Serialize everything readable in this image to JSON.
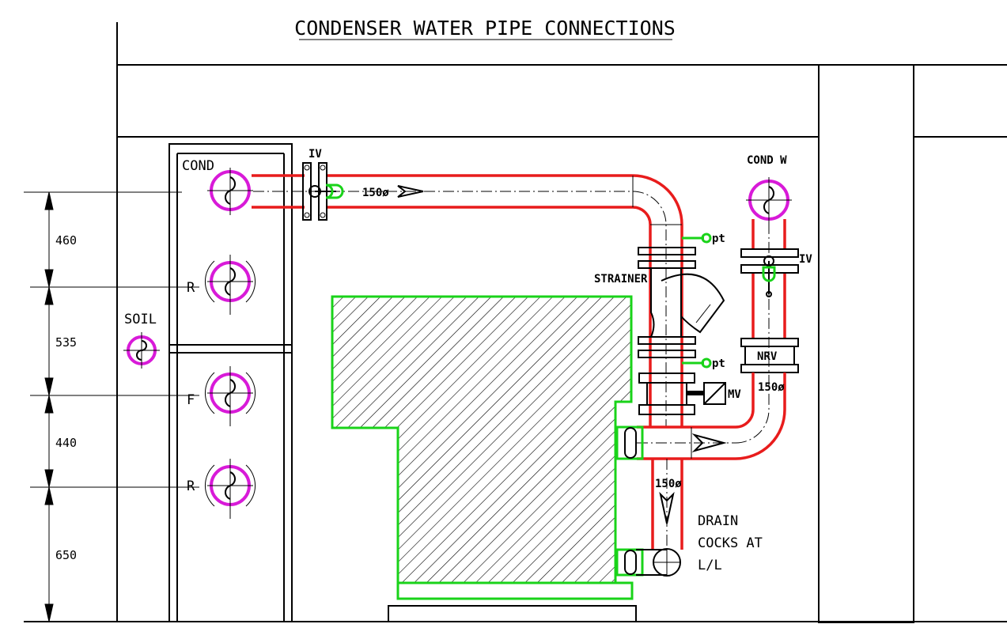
{
  "title": "CONDENSER WATER PIPE CONNECTIONS",
  "labels": {
    "cond": "COND",
    "cond_w": "COND W",
    "soil": "SOIL",
    "return_1": "R",
    "flow": "F",
    "return_2": "R",
    "iv_top": "IV",
    "iv_right": "IV",
    "strainer": "STRAINER",
    "pt_upper": "pt",
    "pt_lower": "pt",
    "nrv": "NRV",
    "mv": "MV",
    "pipe_size_top": "150ø",
    "pipe_size_right": "150ø",
    "pipe_size_drain": "150ø",
    "drain_line1": "DRAIN",
    "drain_line2": "COCKS AT",
    "drain_line3": "L/L"
  },
  "dimensions": {
    "d1": "460",
    "d2": "535",
    "d3": "440",
    "d4": "650"
  },
  "colors": {
    "pipe": "#e81c1c",
    "equipment_outline": "#19d319",
    "riser_circle": "#d81ad8",
    "linework": "#000000"
  }
}
